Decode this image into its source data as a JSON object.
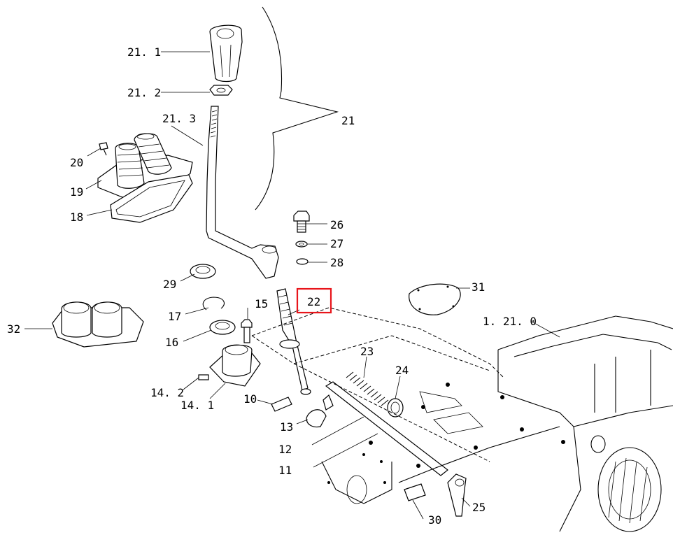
{
  "colors": {
    "highlight": "#e8151b",
    "ink": "#000000",
    "background": "#ffffff"
  },
  "callouts": [
    {
      "id": "c21_1",
      "text": "21. 1"
    },
    {
      "id": "c21_2",
      "text": "21. 2"
    },
    {
      "id": "c21_3",
      "text": "21. 3"
    },
    {
      "id": "c21",
      "text": "21"
    },
    {
      "id": "c20",
      "text": "20"
    },
    {
      "id": "c19",
      "text": "19"
    },
    {
      "id": "c18",
      "text": "18"
    },
    {
      "id": "c26",
      "text": "26"
    },
    {
      "id": "c27",
      "text": "27"
    },
    {
      "id": "c28",
      "text": "28"
    },
    {
      "id": "c29",
      "text": "29"
    },
    {
      "id": "c22",
      "text": "22",
      "highlighted": true
    },
    {
      "id": "c31",
      "text": "31"
    },
    {
      "id": "c17",
      "text": "17"
    },
    {
      "id": "c15",
      "text": "15"
    },
    {
      "id": "c1_21_0",
      "text": "1. 21. 0"
    },
    {
      "id": "c32",
      "text": "32"
    },
    {
      "id": "c16",
      "text": "16"
    },
    {
      "id": "c23",
      "text": "23"
    },
    {
      "id": "c24",
      "text": "24"
    },
    {
      "id": "c14_2",
      "text": "14. 2"
    },
    {
      "id": "c14_1",
      "text": "14. 1"
    },
    {
      "id": "c10",
      "text": "10"
    },
    {
      "id": "c13",
      "text": "13"
    },
    {
      "id": "c12",
      "text": "12"
    },
    {
      "id": "c11",
      "text": "11"
    },
    {
      "id": "c25",
      "text": "25"
    },
    {
      "id": "c30",
      "text": "30"
    }
  ]
}
